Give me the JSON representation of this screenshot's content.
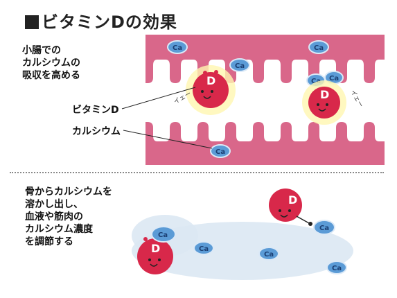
{
  "title": "ビタミンDの効果",
  "labels": {
    "intestine": "小腸での\nカルシウムの\n吸収を高める",
    "vitamin_d": "ビタミンD",
    "calcium": "カルシウム",
    "bone": "骨からカルシウムを\n溶かし出し、\n血液や筋肉の\nカルシウム濃度\nを調節する"
  },
  "symbols": {
    "ca": "Ca",
    "d": "D",
    "hand_text": "イェー"
  },
  "colors": {
    "intestine_pink": "#d9678a",
    "ca_blue": "#5b9bd6",
    "d_red": "#d8284a",
    "glow": "#fff6b0",
    "bone_bg": "#dbe8f3"
  }
}
